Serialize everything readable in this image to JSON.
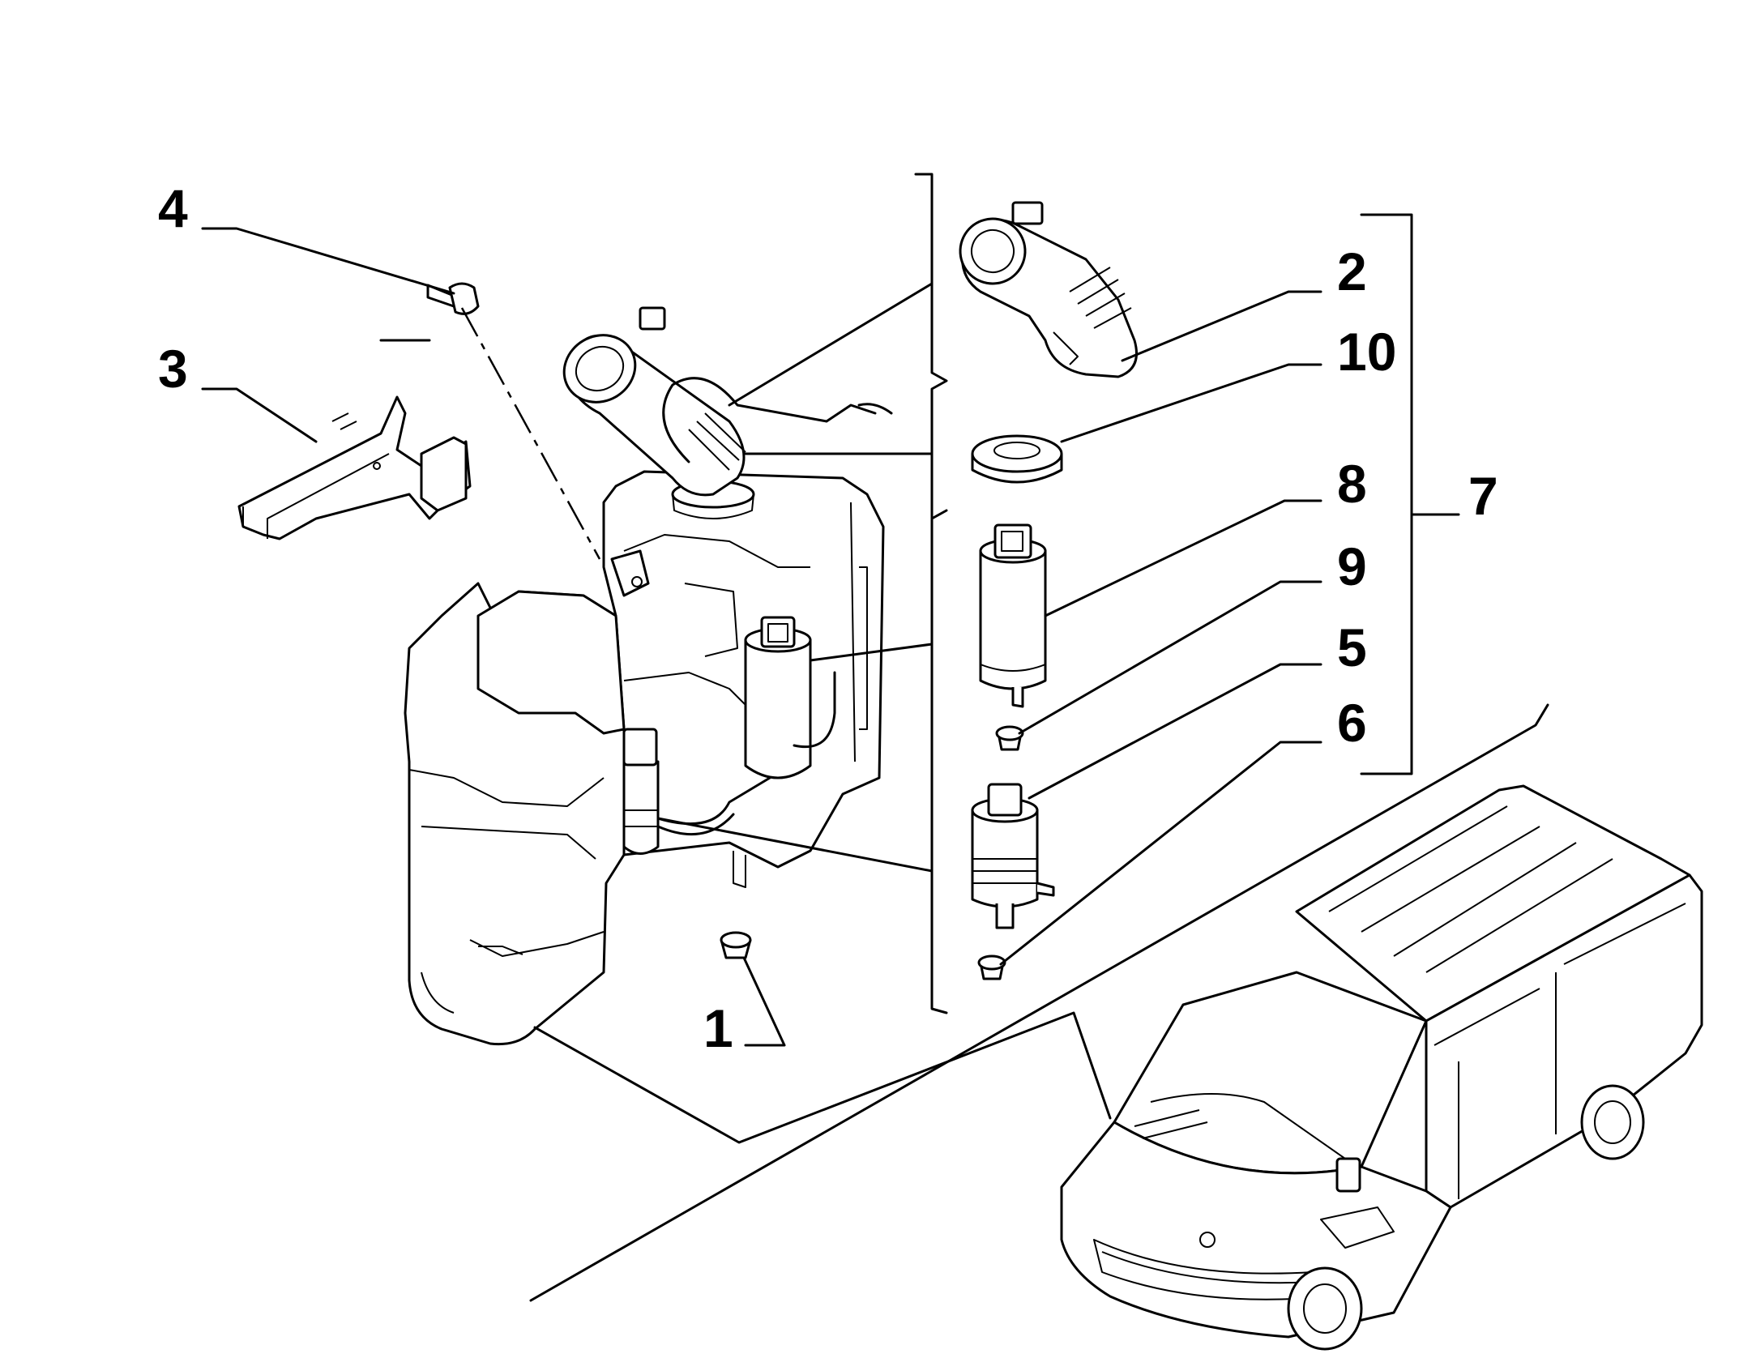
{
  "diagram": {
    "callouts": [
      {
        "id": "1",
        "text": "1"
      },
      {
        "id": "2",
        "text": "2"
      },
      {
        "id": "3",
        "text": "3"
      },
      {
        "id": "4",
        "text": "4"
      },
      {
        "id": "5",
        "text": "5"
      },
      {
        "id": "6",
        "text": "6"
      },
      {
        "id": "7",
        "text": "7"
      },
      {
        "id": "8",
        "text": "8"
      },
      {
        "id": "9",
        "text": "9"
      },
      {
        "id": "10",
        "text": "10"
      }
    ],
    "parts": [
      {
        "callout": "1",
        "icon": "grommet-icon"
      },
      {
        "callout": "2",
        "icon": "filler-neck-icon"
      },
      {
        "callout": "3",
        "icon": "bracket-icon"
      },
      {
        "callout": "4",
        "icon": "bolt-icon"
      },
      {
        "callout": "5",
        "icon": "pump-icon"
      },
      {
        "callout": "6",
        "icon": "grommet-icon"
      },
      {
        "callout": "7",
        "icon": "group-bracket-icon"
      },
      {
        "callout": "8",
        "icon": "pump-icon"
      },
      {
        "callout": "9",
        "icon": "grommet-icon"
      },
      {
        "callout": "10",
        "icon": "seal-ring-icon"
      }
    ],
    "vehicle_icon": "van-icon",
    "assembly_icon": "washer-reservoir-icon"
  }
}
